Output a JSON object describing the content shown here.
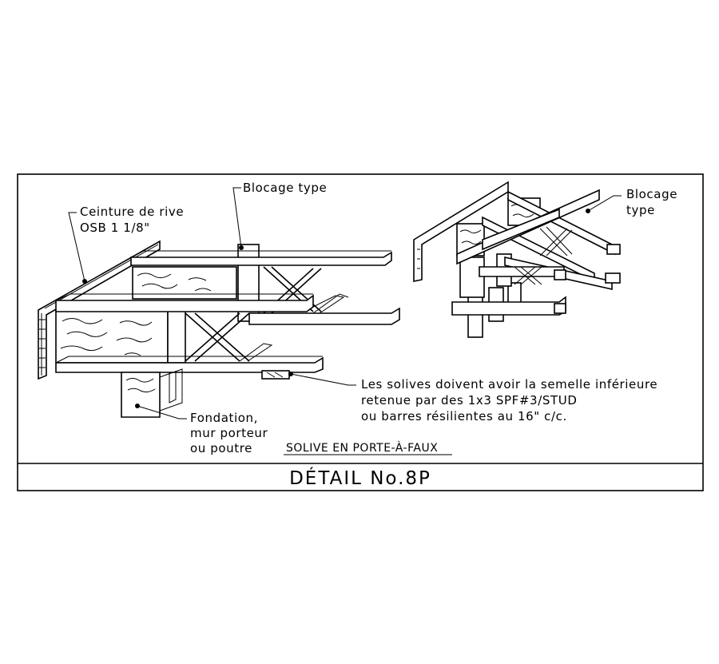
{
  "detail": {
    "title": "DÉTAIL No.8P",
    "subtitle": "SOLIVE EN PORTE-À-FAUX"
  },
  "labels": {
    "rim": [
      "Ceinture de rive",
      "OSB 1 1/8\""
    ],
    "blocking_left": "Blocage type",
    "blocking_right": [
      "Blocage",
      "type"
    ],
    "foundation": [
      "Fondation,",
      "mur porteur",
      "ou poutre"
    ],
    "note": [
      "Les solives doivent avoir la semelle inférieure",
      "retenue par des 1x3 SPF#3/STUD",
      "ou barres résilientes au 16\" c/c."
    ]
  },
  "colors": {
    "ink": "#000000",
    "paper": "#ffffff"
  }
}
